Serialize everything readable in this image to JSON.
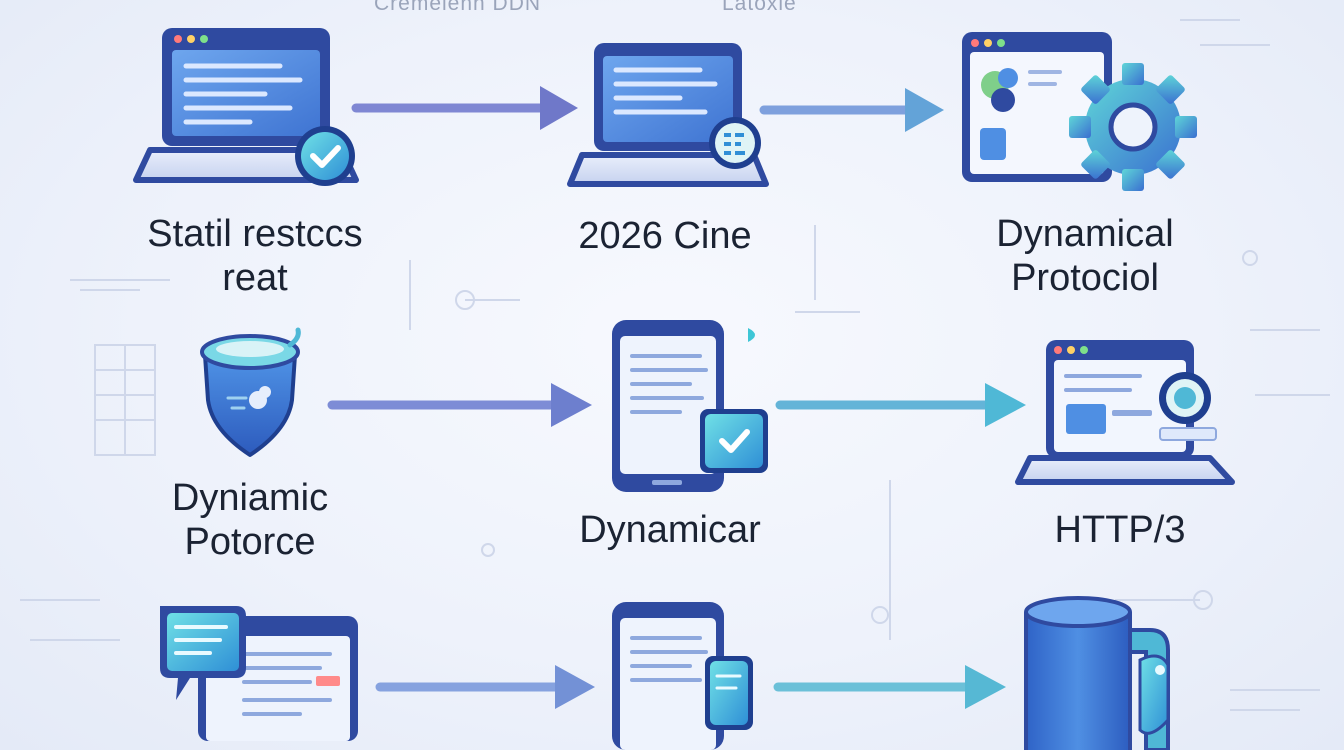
{
  "header": {
    "faint_left": "Cremelenn DDN",
    "faint_right": "Latoxle"
  },
  "nodes": [
    {
      "icon": "laptop-check-icon",
      "lines": [
        "Statil restccs",
        "reat"
      ]
    },
    {
      "icon": "laptop-chart-icon",
      "lines": [
        "2026 Cine"
      ]
    },
    {
      "icon": "window-gear-icon",
      "lines": [
        "Dynamical",
        "Protociol"
      ]
    },
    {
      "icon": "shield-bowl-icon",
      "lines": [
        "Dyniamic",
        "Potorce"
      ]
    },
    {
      "icon": "phone-check-icon",
      "lines": [
        "Dynamicar"
      ]
    },
    {
      "icon": "laptop-globe-icon",
      "lines": [
        "HTTP/3"
      ]
    },
    {
      "icon": "laptop-chat-icon",
      "lines": []
    },
    {
      "icon": "phone-card-icon",
      "lines": []
    },
    {
      "icon": "server-cylinder-icon",
      "lines": []
    }
  ],
  "colors": {
    "arrow_row1": "#7f87d3",
    "arrow_row2": "#7d8cd6",
    "arrow_row3": "#86a2df",
    "arrow_teal": "#56b8d4",
    "device_dark": "#2f4aa0",
    "screen_blue": "#4f8fe3",
    "accent_teal": "#3ec6d6",
    "label_text": "#1b2333"
  }
}
